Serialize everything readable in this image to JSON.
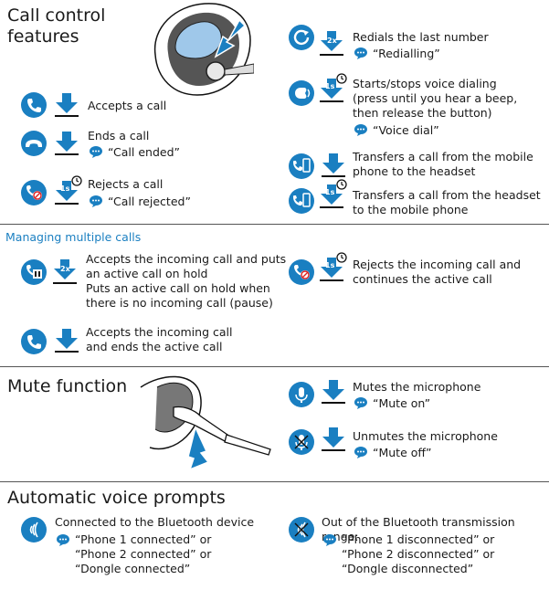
{
  "sections": {
    "call_control": "Call control",
    "call_control_2": "features",
    "managing": "Managing multiple calls",
    "mute": "Mute function",
    "prompts": "Automatic voice prompts"
  },
  "badges": {
    "two_x": "2x",
    "one_s": "1s"
  },
  "call": {
    "accept": "Accepts a call",
    "end": "Ends a call",
    "end_vp": "“Call ended”",
    "reject": "Rejects a call",
    "reject_vp": "“Call rejected”",
    "redial": "Redials the last number",
    "redial_vp": "“Redialling”",
    "voice_1": "Starts/stops voice dialing",
    "voice_2": "(press until you hear a beep,",
    "voice_3": "then release the button)",
    "voice_vp": "“Voice dial”",
    "transfer1_1": "Transfers a call from the mobile",
    "transfer1_2": "phone to the headset",
    "transfer2_1": "Transfers a call from the headset",
    "transfer2_2": "to the mobile phone"
  },
  "multi": {
    "hold_1": "Accepts the incoming call and puts",
    "hold_2": "an active call on hold",
    "hold_3": "Puts an active call on hold when",
    "hold_4": "there is no incoming call (pause)",
    "reject_cont_1": "Rejects the incoming call and",
    "reject_cont_2": "continues the active call",
    "accept_end_1": "Accepts the incoming call",
    "accept_end_2": "and ends the active call"
  },
  "mute": {
    "mute": "Mutes the microphone",
    "mute_vp": "“Mute on”",
    "unmute": "Unmutes the microphone",
    "unmute_vp": "“Mute off”"
  },
  "prompts": {
    "connected": "Connected to the Bluetooth device",
    "connected_vp_1": "“Phone 1 connected” or",
    "connected_vp_2": "“Phone 2 connected” or",
    "connected_vp_3": "“Dongle connected”",
    "out_range": "Out of the Bluetooth transmission range:",
    "out_vp_1": "“Phone 1 disconnected” or",
    "out_vp_2": "“Phone 2 disconnected” or",
    "out_vp_3": "“Dongle disconnected”"
  },
  "colors": {
    "accent": "#1a7fc1",
    "text": "#1a1a1a",
    "rule": "#555555",
    "headset": "#9fc8ea"
  }
}
